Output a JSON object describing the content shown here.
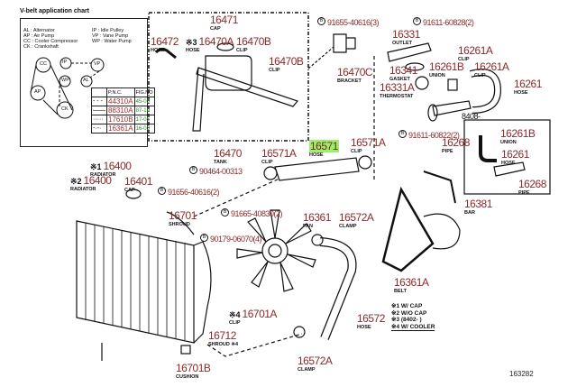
{
  "vbelt_chart": {
    "title": "V-belt application chart",
    "legend": [
      {
        "code": "AL",
        "desc": "Alternator"
      },
      {
        "code": "AP",
        "desc": "Air Pump"
      },
      {
        "code": "CC",
        "desc": "Cooler Compressor"
      },
      {
        "code": "CK",
        "desc": "Crankshaft"
      },
      {
        "code": "IP",
        "desc": "Idle Pulley"
      },
      {
        "code": "VP",
        "desc": "Vane Pump"
      },
      {
        "code": "WP",
        "desc": "Water Pump"
      }
    ],
    "pulleys": [
      "CC",
      "IP",
      "VP",
      "WP",
      "AP",
      "AL",
      "CK"
    ],
    "table_headers": [
      "P.N.C.",
      "FIG.NO"
    ],
    "rows": [
      {
        "pnc": "44310A",
        "fig": "45-03"
      },
      {
        "pnc": "88310A",
        "fig": "87-19"
      },
      {
        "pnc": "17610B",
        "fig": "17-05"
      },
      {
        "pnc": "16361A",
        "fig": "16-03"
      }
    ]
  },
  "callouts": [
    {
      "part": "16471",
      "name": "CAP"
    },
    {
      "part": "16472",
      "name": "HOSE"
    },
    {
      "part": "16470A",
      "name": "HOSE",
      "mark": "※3"
    },
    {
      "part": "16470B",
      "name": "CLIP"
    },
    {
      "part": "16470B",
      "name": "CLIP"
    },
    {
      "part": "91655-40616(3)",
      "name": ""
    },
    {
      "part": "16470C",
      "name": "BRACKET"
    },
    {
      "part": "16470",
      "name": "TANK"
    },
    {
      "part": "16571A",
      "name": "CLIP"
    },
    {
      "part": "16571",
      "name": "HOSE",
      "highlight": true
    },
    {
      "part": "16571A",
      "name": "CLIP"
    },
    {
      "part": "90464-00313",
      "name": ""
    },
    {
      "part": "91611-60828(2)",
      "name": ""
    },
    {
      "part": "16331",
      "name": "OUTLET"
    },
    {
      "part": "16341",
      "name": "GASKET"
    },
    {
      "part": "16331A",
      "name": "THERMOSTAT"
    },
    {
      "part": "16261A",
      "name": "CLIP"
    },
    {
      "part": "16261B",
      "name": "UNION"
    },
    {
      "part": "16261A",
      "name": "CLIP"
    },
    {
      "part": "16261",
      "name": "HOSE"
    },
    {
      "part": "91611-60822(2)",
      "name": ""
    },
    {
      "part": "16268",
      "name": "PIPE"
    },
    {
      "part": "16261B",
      "name": "UNION"
    },
    {
      "part": "16261",
      "name": "HOSE"
    },
    {
      "part": "16268",
      "name": "PIPE"
    },
    {
      "part": "16400",
      "name": "RADIATOR",
      "mark": "※1"
    },
    {
      "part": "16400",
      "name": "RADIATOR",
      "mark": "※2"
    },
    {
      "part": "16401",
      "name": "CAP"
    },
    {
      "part": "91656-40616(2)",
      "name": ""
    },
    {
      "part": "16701",
      "name": "SHROUD"
    },
    {
      "part": "91665-40830(2)",
      "name": ""
    },
    {
      "part": "90179-06070(4)",
      "name": ""
    },
    {
      "part": "16361",
      "name": "FAN"
    },
    {
      "part": "16572A",
      "name": "CLAMP"
    },
    {
      "part": "16701A",
      "name": "CLIP",
      "mark": "※4"
    },
    {
      "part": "16712",
      "name": "SHROUD ※4"
    },
    {
      "part": "16701B",
      "name": "CUSHION"
    },
    {
      "part": "16572",
      "name": "HOSE"
    },
    {
      "part": "16572A",
      "name": "CLAMP"
    },
    {
      "part": "16381",
      "name": "BAR"
    },
    {
      "part": "16361A",
      "name": "BELT"
    }
  ],
  "inset_label": "8408-",
  "notes": [
    "※1 W/ CAP",
    "※2 W/O CAP",
    "※3 (8402-       )",
    "※4 W/ COOLER"
  ],
  "figure_number": "163282",
  "colors": {
    "part_number": "#8b2a2a",
    "highlight": "#9af06a"
  }
}
